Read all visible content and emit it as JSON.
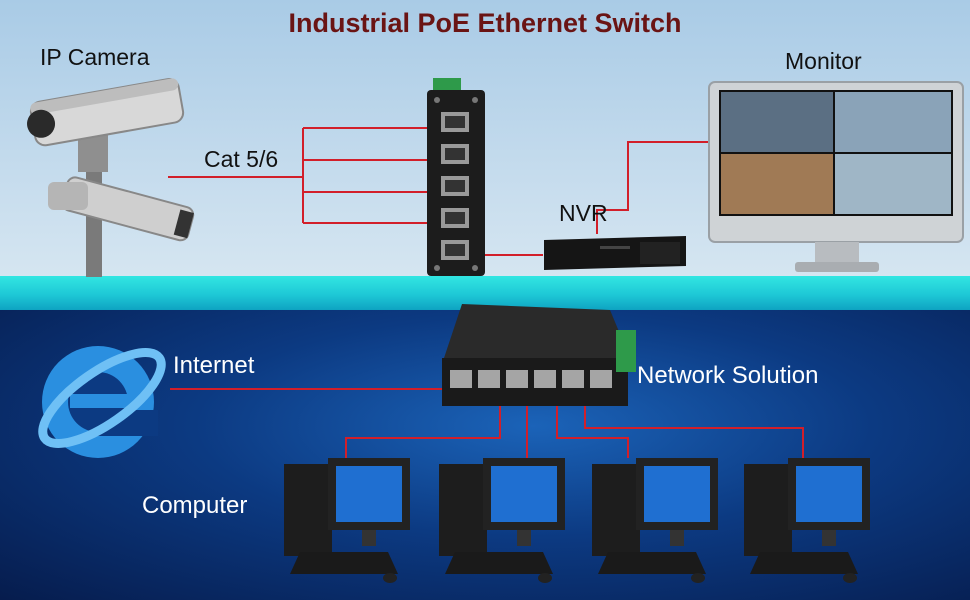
{
  "title": "Industrial PoE Ethernet Switch",
  "labels": {
    "ip_camera": "IP Camera",
    "cable": "Cat 5/6",
    "nvr": "NVR",
    "monitor": "Monitor",
    "internet": "Internet",
    "network_solution": "Network Solution",
    "computer": "Computer"
  },
  "colors": {
    "title": "#6a1414",
    "wire": "#d21f2a",
    "band": "#1ec8d6"
  },
  "icons": [
    "ip-camera-icon",
    "din-rail-switch-icon",
    "nvr-icon",
    "monitor-icon",
    "internet-explorer-icon",
    "desktop-switch-icon",
    "desktop-computer-icon"
  ]
}
